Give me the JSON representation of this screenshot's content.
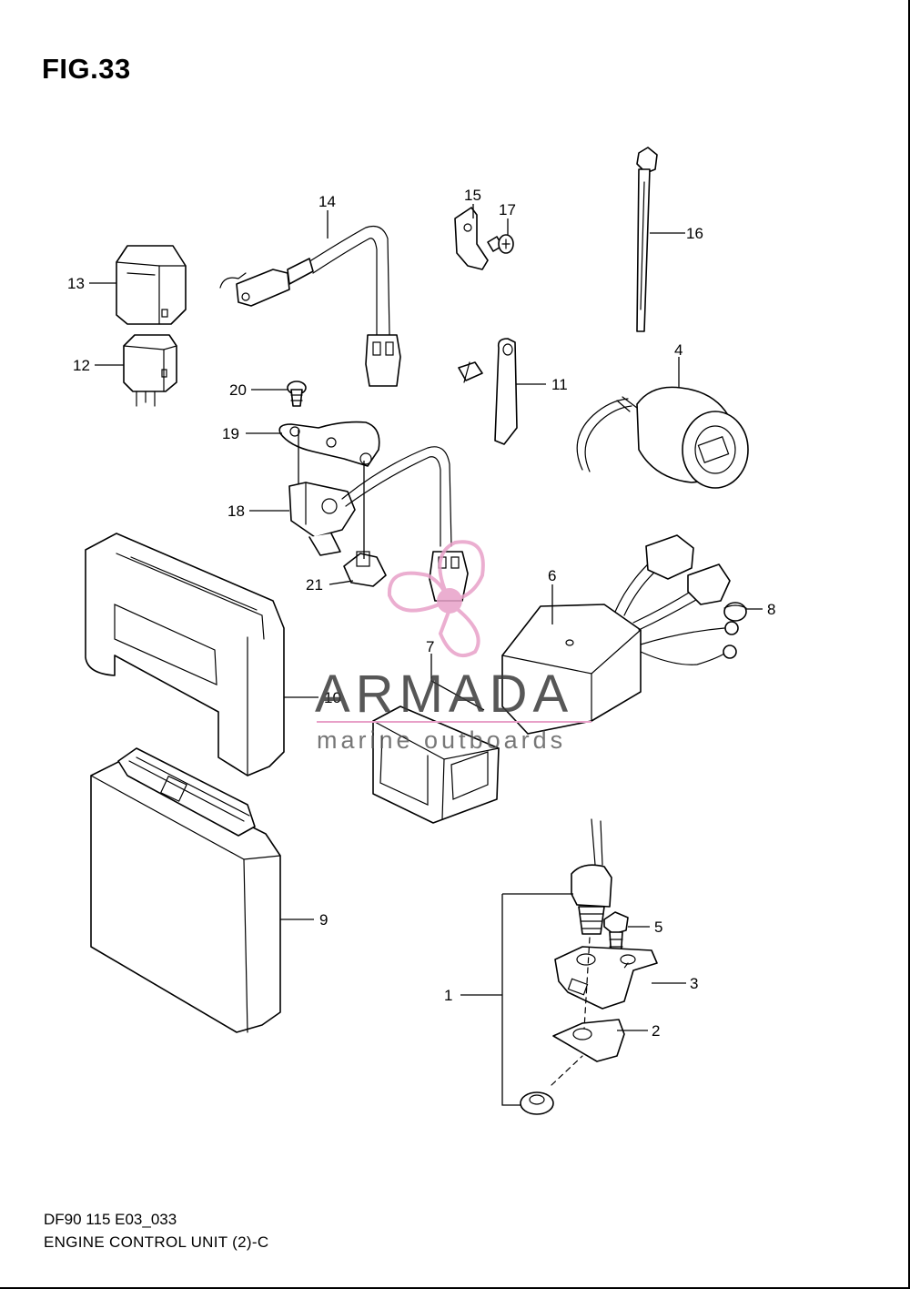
{
  "figure": {
    "title": "FIG.33",
    "code": "DF90 115 E03_033",
    "name": "ENGINE CONTROL UNIT (2)-C"
  },
  "callouts": [
    "1",
    "2",
    "3",
    "4",
    "5",
    "6",
    "7",
    "8",
    "9",
    "10",
    "11",
    "12",
    "13",
    "14",
    "15",
    "16",
    "17",
    "18",
    "19",
    "20",
    "21"
  ],
  "watermark": {
    "word": "ARMADA",
    "subtitle": "marine outboards",
    "logo_color": "#e8a0c8"
  },
  "colors": {
    "line": "#000000",
    "background": "#ffffff"
  }
}
